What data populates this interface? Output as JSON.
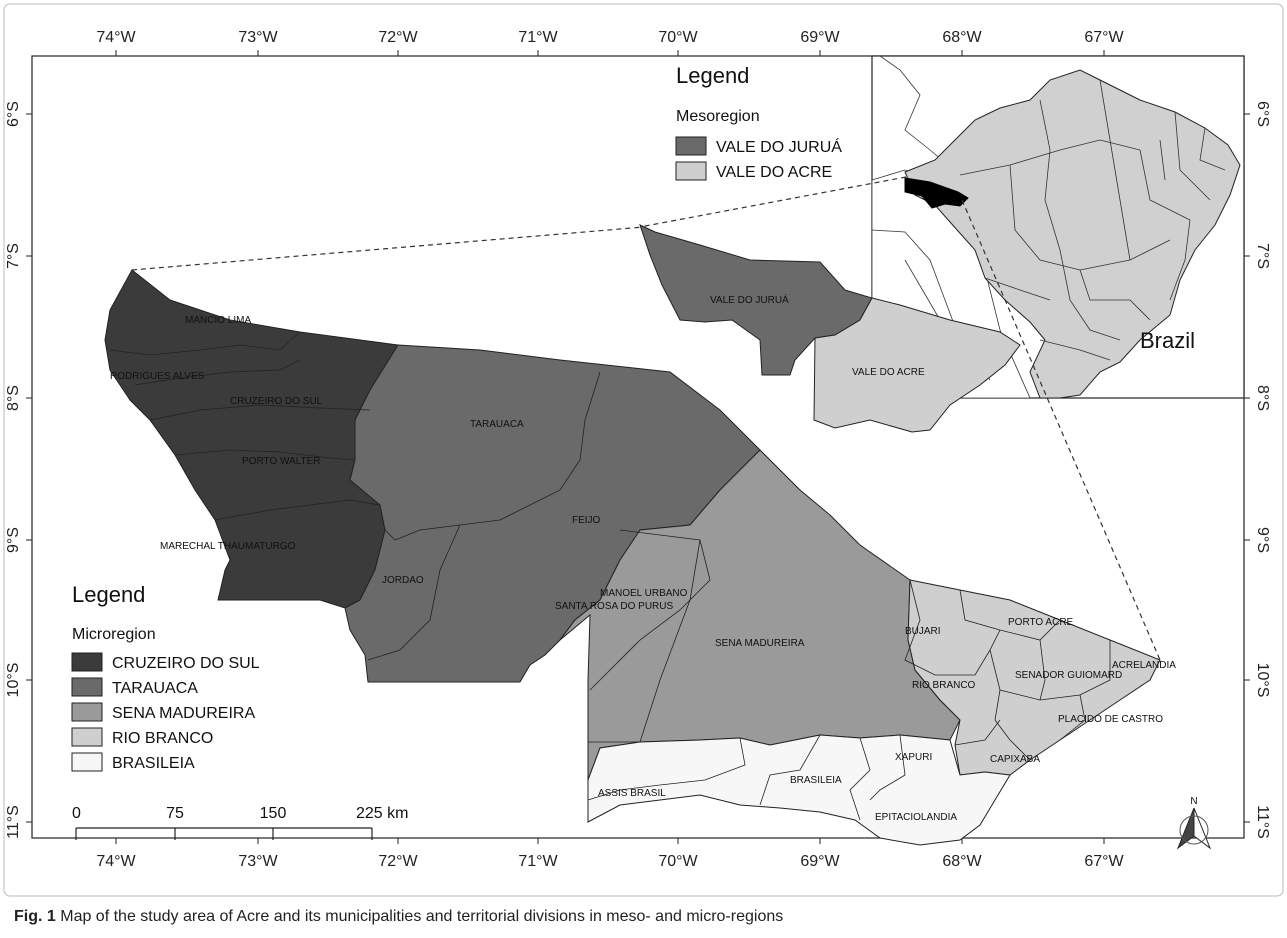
{
  "colors": {
    "cruzeiro": "#3b3b3b",
    "tarauaca": "#6a6a6a",
    "sena": "#9a9a9a",
    "rio_branco": "#cfcfcf",
    "brasileia": "#f7f7f7",
    "jurua": "#6a6a6a",
    "acre_meso": "#cfcfcf",
    "brazil_states": "#d0d0d0",
    "acre_highlight": "#000000"
  },
  "axes": {
    "top_lon": [
      "74°W",
      "73°W",
      "72°W",
      "71°W",
      "70°W",
      "69°W",
      "68°W",
      "67°W"
    ],
    "bottom_lon": [
      "74°W",
      "73°W",
      "72°W",
      "71°W",
      "70°W",
      "69°W",
      "68°W",
      "67°W"
    ],
    "left_lat": [
      "6°S",
      "7°S",
      "8°S",
      "9°S",
      "10°S",
      "11°S"
    ],
    "right_lat": [
      "6°S",
      "7°S",
      "8°S",
      "9°S",
      "10°S",
      "11°S"
    ]
  },
  "meso_legend": {
    "title": "Legend",
    "subtitle": "Mesoregion",
    "items": [
      "VALE DO JURUÁ",
      "VALE DO ACRE"
    ]
  },
  "micro_legend": {
    "title": "Legend",
    "subtitle": "Microregion",
    "items": [
      "CRUZEIRO DO SUL",
      "TARAUACA",
      "SENA MADUREIRA",
      "RIO BRANCO",
      "BRASILEIA"
    ]
  },
  "meso_labels": [
    "VALE DO JURUÁ",
    "VALE DO ACRE"
  ],
  "inset_label": "Brazil",
  "municipalities": [
    "MANCIO LIMA",
    "RODRIGUES ALVES",
    "CRUZEIRO DO SUL",
    "PORTO WALTER",
    "MARECHAL THAUMATURGO",
    "TARAUACA",
    "JORDAO",
    "FEIJO",
    "MANOEL URBANO",
    "SANTA ROSA DO PURUS",
    "SENA MADUREIRA",
    "BUJARI",
    "PORTO ACRE",
    "ACRELANDIA",
    "SENADOR GUIOMARD",
    "RIO BRANCO",
    "PLACIDO DE CASTRO",
    "XAPURI",
    "CAPIXABA",
    "ASSIS BRASIL",
    "BRASILEIA",
    "EPITACIOLANDIA"
  ],
  "scale": {
    "ticks": [
      "0",
      "75",
      "150",
      "225 km"
    ]
  },
  "north_arrow": "N",
  "caption": {
    "label": "Fig. 1",
    "text": "Map of the study area of Acre and its municipalities and territorial divisions in meso- and micro-regions"
  }
}
